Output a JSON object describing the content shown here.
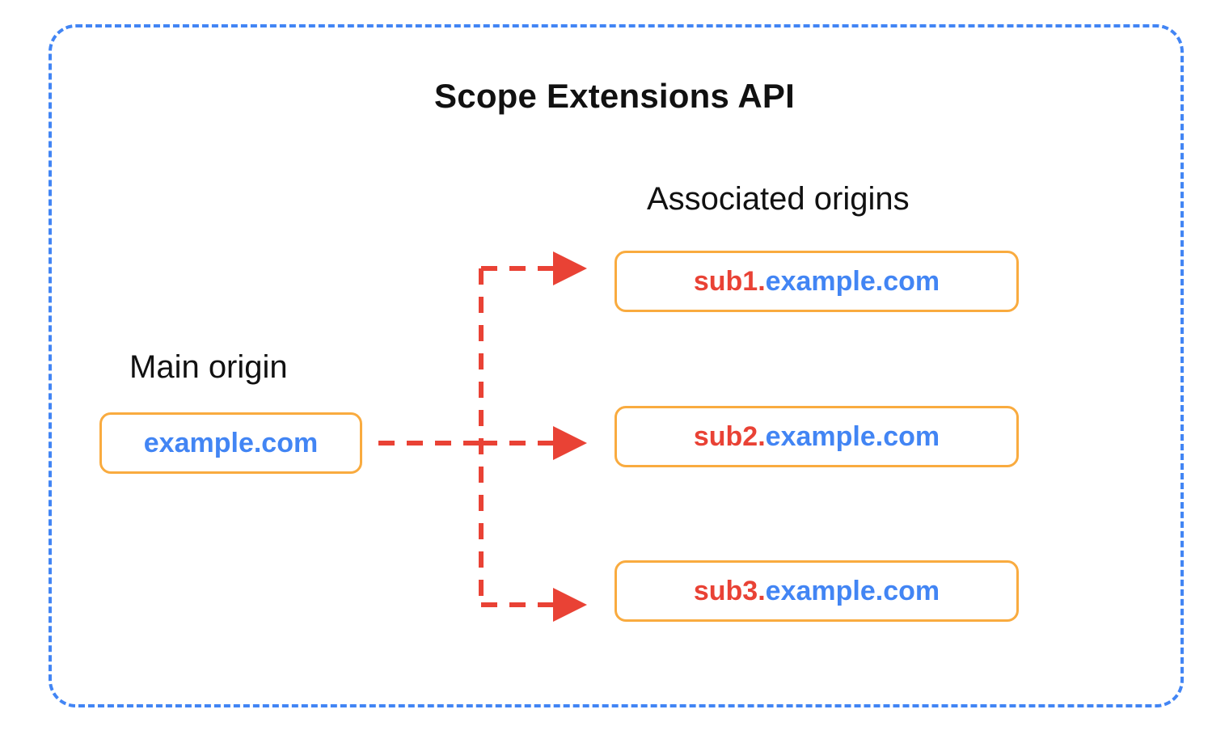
{
  "diagram": {
    "title": "Scope Extensions API",
    "frame_color": "#4285F4",
    "box_border_color": "#F9AB3F",
    "arrow_color": "#E94235",
    "subdomain_text_color": "#E94235",
    "domain_text_color": "#4285F4",
    "title_color": "#111111"
  },
  "main_origin": {
    "label": "Main origin",
    "box": {
      "text": "example.com",
      "sub_part": "",
      "domain_part": "example.com"
    }
  },
  "associated_origins": {
    "label": "Associated origins",
    "boxes": [
      {
        "text": "sub1.example.com",
        "sub_part": "sub1.",
        "domain_part": "example.com"
      },
      {
        "text": "sub2.example.com",
        "sub_part": "sub2.",
        "domain_part": "example.com"
      },
      {
        "text": "sub3.example.com",
        "sub_part": "sub3.",
        "domain_part": "example.com"
      }
    ]
  },
  "connections": [
    {
      "from": "example.com",
      "to": "sub1.example.com",
      "style": "dashed-arrow"
    },
    {
      "from": "example.com",
      "to": "sub2.example.com",
      "style": "dashed-arrow"
    },
    {
      "from": "example.com",
      "to": "sub3.example.com",
      "style": "dashed-arrow"
    }
  ]
}
